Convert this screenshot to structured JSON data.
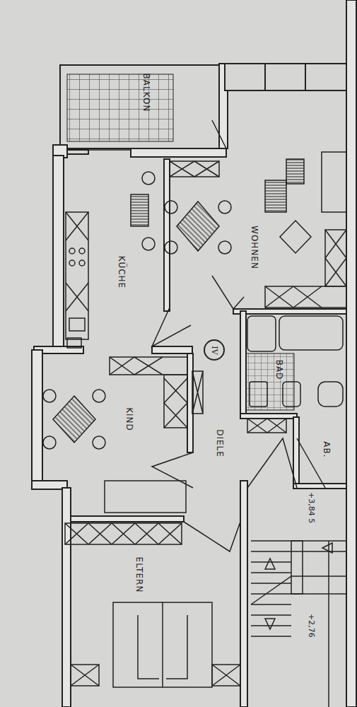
{
  "diagram": {
    "nodes": [
      {
        "text": [
          "BALKON"
        ]
      },
      {
        "text": [
          "WOHNEN"
        ]
      },
      {
        "text": [
          "KÜCHE"
        ]
      },
      {
        "text": [
          "BAD"
        ]
      },
      {
        "text": [
          "KIND"
        ]
      },
      {
        "text": [
          "DIELE"
        ]
      },
      {
        "text": [
          "IV"
        ],
        "in": 5
      },
      {
        "text": [
          "AB."
        ]
      },
      {
        "text": [
          "ELTERN"
        ]
      }
    ],
    "labels": [
      "+3,84 5",
      "+2,76"
    ]
  }
}
